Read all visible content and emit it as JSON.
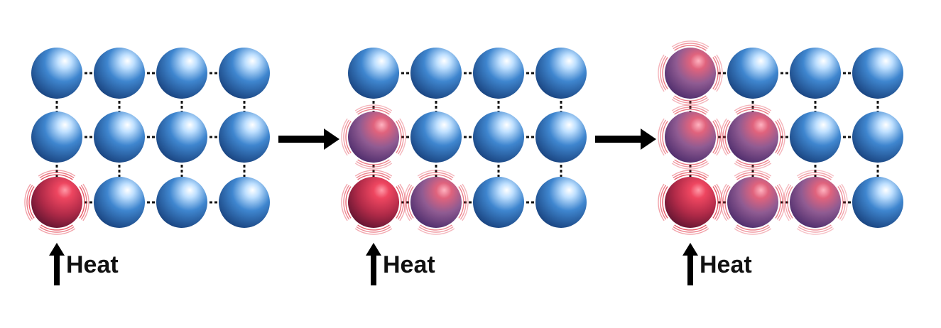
{
  "heat_label": "Heat",
  "colors": {
    "cold_particle": "#2f6fb8",
    "hot_particle": "#d3394f",
    "bond": "#111111",
    "arrow": "#000000",
    "vibration": "#e23a4a"
  },
  "panels": [
    {
      "heat": [
        [
          0,
          0,
          0,
          0
        ],
        [
          0,
          0,
          0,
          0
        ],
        [
          1.0,
          0,
          0,
          0
        ]
      ]
    },
    {
      "heat": [
        [
          0,
          0,
          0,
          0
        ],
        [
          0.6,
          0,
          0,
          0
        ],
        [
          0.85,
          0.6,
          0,
          0
        ]
      ]
    },
    {
      "heat": [
        [
          0.65,
          0,
          0,
          0
        ],
        [
          0.65,
          0.65,
          0,
          0
        ],
        [
          1.0,
          0.65,
          0.45,
          0
        ]
      ]
    }
  ]
}
